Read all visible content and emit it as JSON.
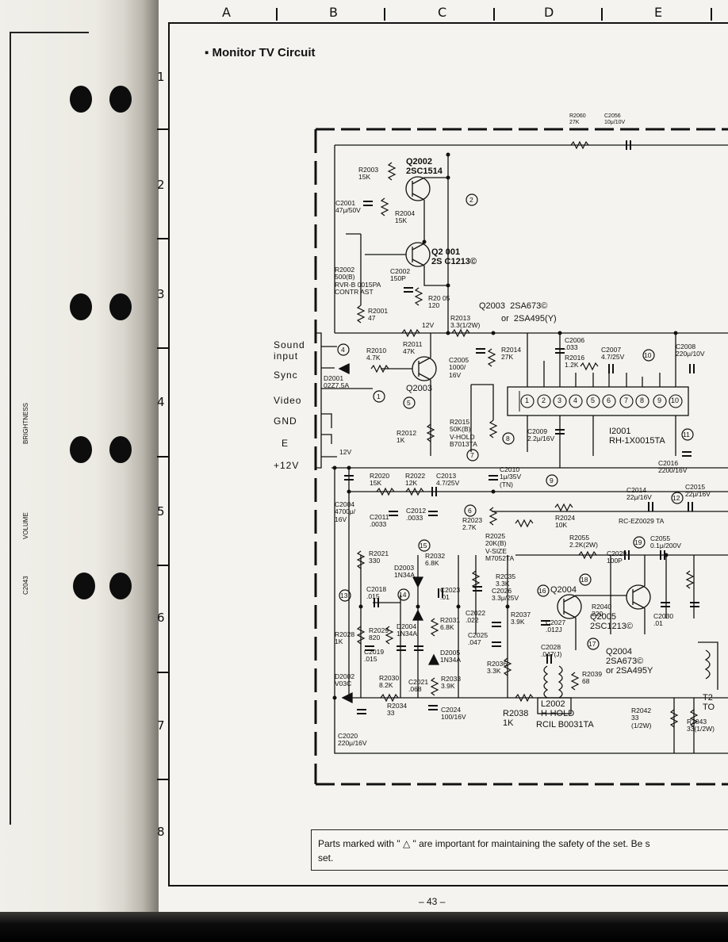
{
  "grid": {
    "columns": [
      "A",
      "B",
      "C",
      "D",
      "E"
    ],
    "rows": [
      "1",
      "2",
      "3",
      "4",
      "5",
      "6",
      "7",
      "8"
    ]
  },
  "title": "Monitor TV Circuit",
  "inputs": [
    "Sound input",
    "Sync",
    "Video",
    "GND",
    "E",
    "+12V"
  ],
  "sidebar_labels": [
    "BRIGHTNESS",
    "VOLUME",
    "C2043"
  ],
  "labels": {
    "r2060": "R2060\n27K",
    "c2056": "C2056\n10μ/10V",
    "q2002": "Q2002\n2SC1514",
    "r2003": "R2003\n15K",
    "c2001": "C2001\n47μ/50V",
    "r2004": "R2004\n15K",
    "q2001": "Q2 001\n2S C1213©",
    "r2002": "R2002\n500(B)\nRVR-B 0015PA\nCONTR AST",
    "c2002": "C2002\n150P",
    "r2005": "R20 05\n120",
    "r2001": "R2001\n47",
    "q2003_title": "Q2003  2SA673©",
    "q2003_alt": "or  2SA495(Y)",
    "r2013": "R2013\n3.3(1/2W)",
    "v12": "12V",
    "r2010": "R2010\n4.7K",
    "r2011": "R2011\n47K",
    "c2005": "C2005\n1000/\n16V",
    "r2014": "R2014\n27K",
    "c2006": "C2006\n.033",
    "r2016": "R2016\n1.2K",
    "c2007": "C2007\n4.7/25V",
    "c2008": "C2008\n220μ/10V",
    "d2001": "D2001\n02Z7.5A",
    "q2003": "Q2003",
    "r2012": "R2012\n1K",
    "r2015": "R2015\n50K(B)\nV-HOLD\nB7013TA",
    "c2009": "C2009\n2.2μ/16V",
    "i2001": "I2001\nRH-1X0015TA",
    "c2016": "C2016\n2200/16V",
    "v12b": "12V",
    "r2020": "R2020\n15K",
    "r2022": "R2022\n12K",
    "c2013": "C2013\n4.7/25V",
    "c2010": "C2010\n1μ/35V\n(TN)",
    "c2014": "C2014\n22μ/16V",
    "c2015": "C2015\n22μ/16V",
    "rc": "RC-EZ0029 TA",
    "c2004": "C2004\n4700μ/\n16V",
    "c2011": "C2011\n.0033",
    "c2012": "C2012\n.0033",
    "r2023": "R2023\n2.7K",
    "r2024": "R2024\n10K",
    "r2025": "R2025\n20K(B)\nV-SIZE\nM7052TA",
    "r2055": "R2055\n2.2K(2W)",
    "c2055": "C2055\n0.1μ/200V",
    "c2029": "C2029\n100P",
    "r2021": "R2021\n330",
    "r2032": "R2032\n6.8K",
    "d2003": "D2003\n1N34A",
    "r2035": "R2035\n3.3K",
    "c2026": "C2026\n3.3μ/25V",
    "q2004_lbl": "Q2004",
    "c2018": "C2018\n.015",
    "c2023": "C2023\n.01",
    "r2040": "R2040\n220",
    "q2005": "Q2005\n2SC1213©",
    "c2030": "C2030\n.01",
    "r2028": "R2028\n1K",
    "r2029": "R2029\n820",
    "d2004": "D2004\n1N34A",
    "r2031": "R2031\n6.8K",
    "c2022": "C2022\n.022",
    "r2037": "R2037\n3.9K",
    "c2027": "C2027\n.012J",
    "c2019": "C2019\n.015",
    "c2025": "C2025\n.047",
    "d2005": "D2005\n1N34A",
    "c2028": "C2028\n.047(J)",
    "q2004_type": "Q2004\n2SA673©\nor 2SA495Y",
    "d2002": "D2002\nV03C",
    "r2030": "R2030\n8.2K",
    "c2021": "C2021\n.068",
    "r2033": "R2033\n3.9K",
    "r2036": "R2036\n3.3K",
    "r2039": "R2039\n68",
    "r2034": "R2034\n33",
    "c2024": "C2024\n100/16V",
    "l2002": "L2002\nH-HOLD",
    "r2038": "R2038\n1K",
    "rcil": "RCIL B0031TA",
    "r2042": "R2042\n33\n(1/2W)",
    "r2043": "R2043\n33(1/2W)",
    "c2020": "C2020\n220μ/16V",
    "t2": "T2\nTO"
  },
  "test_points": [
    "1",
    "2",
    "4",
    "5",
    "6",
    "7",
    "8",
    "9",
    "10",
    "11",
    "12",
    "13",
    "14",
    "15",
    "16",
    "17",
    "18",
    "19"
  ],
  "ic_pins": [
    "1",
    "2",
    "3",
    "4",
    "5",
    "6",
    "7",
    "8",
    "9",
    "10"
  ],
  "note": "Parts marked with \" △ \" are important for maintaining the safety of the set. Be s\nset.",
  "page_number": "– 43 –"
}
